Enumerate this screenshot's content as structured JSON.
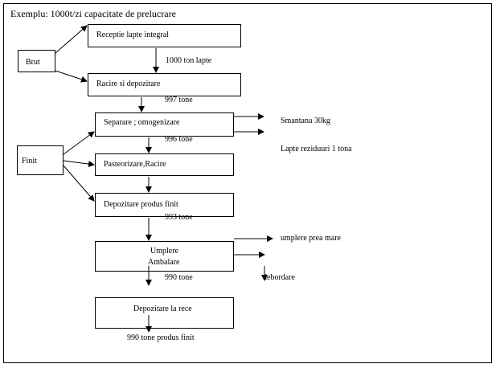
{
  "title": "Exemplu: 1000t/zi capacitate de prelucrare",
  "groups": {
    "brut": "Brut",
    "finit": "Finit"
  },
  "steps": {
    "receptie": "Receptie lapte integral",
    "racire": "Racire si depozitare",
    "separare": "Separare ; omogenizare",
    "pasteurizare": "Pasteorizare,Racire",
    "depozitare_finit": "Depozitare produs finit",
    "umplere_line1": "Umplere",
    "umplere_line2": "Ambalare",
    "depozitare_rece": "Depozitare la rece"
  },
  "flows": {
    "after_receptie": "1000 ton lapte",
    "after_racire": "997 tone",
    "after_separare": "996 tone",
    "after_depozitare": "993 tone",
    "after_umplere": "990 tone",
    "final": "990 tone produs finit"
  },
  "outputs": {
    "smantana": "Smantana 30kg",
    "lapte_reziduuri": "Lapte reziduuri 1 tona",
    "umplere_mare": "umplere prea mare",
    "debordare": "debordare"
  }
}
